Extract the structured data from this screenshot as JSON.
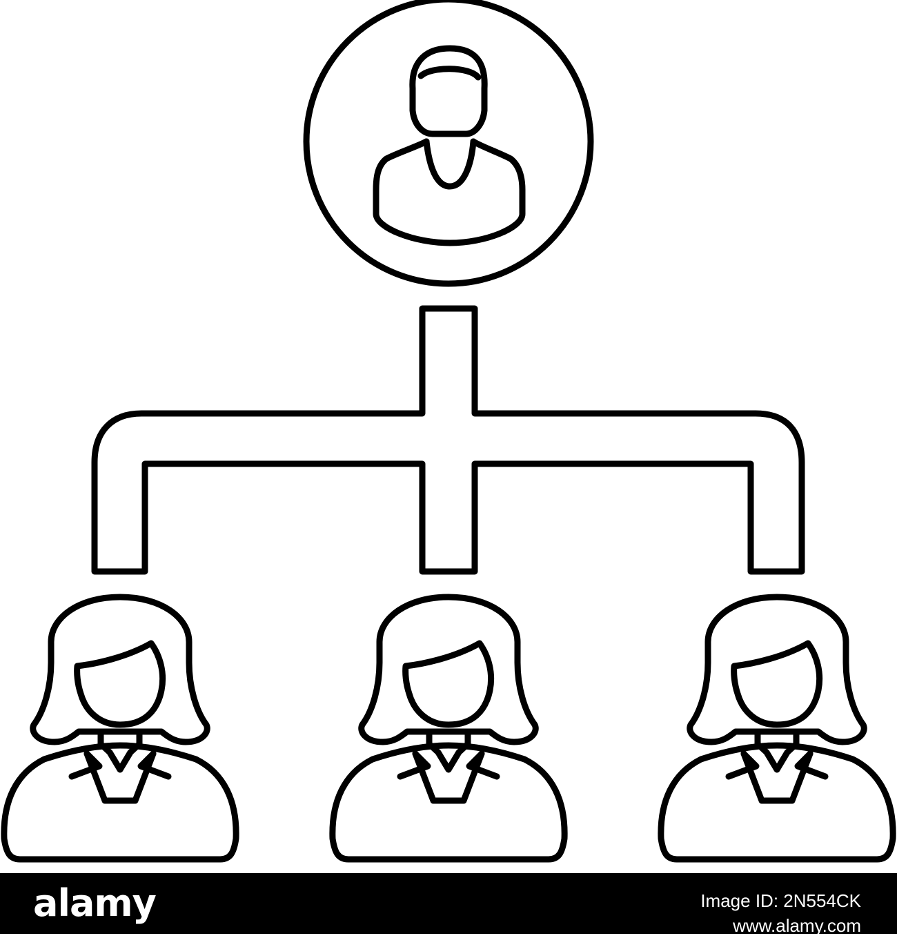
{
  "diagram": {
    "type": "organization-hierarchy-icon",
    "leader_icon": "male-user-icon",
    "subordinate_icon": "female-user-icon",
    "subordinate_count": 3
  },
  "watermark": {
    "brand": "alamy",
    "image_id_text": "Image ID: 2N554CK",
    "url_text": "www.alamy.com"
  },
  "colors": {
    "line": "#000000",
    "background": "#ffffff",
    "footer": "#000000",
    "footer_text": "#ffffff"
  }
}
